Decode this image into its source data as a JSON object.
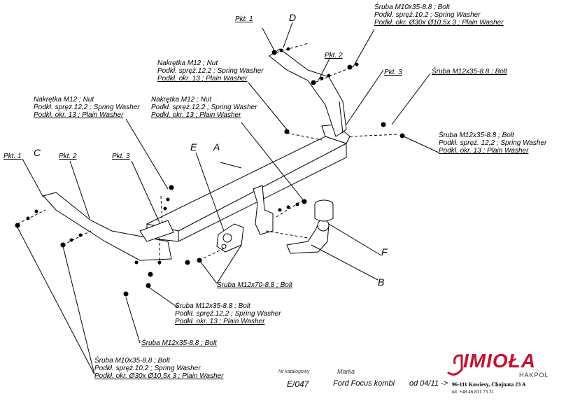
{
  "letters": {
    "D": "D",
    "E": "E",
    "A": "A",
    "C": "C",
    "F": "F",
    "B": "B"
  },
  "points": {
    "pkt1_top": "Pkt. 1",
    "pkt2_top": "Pkt. 2",
    "pkt3_top": "Pkt. 3",
    "pkt1_left": "Pkt. 1",
    "pkt2_left": "Pkt. 2",
    "pkt3_left": "Pkt. 3"
  },
  "callouts": {
    "top_right_bolt": [
      "Śruba M10x35-8.8 ; Bolt",
      "Podkł. spręż.10,2 ; Spring Washer",
      "Podkł. okr.  Ø30x Ø10,5x 3 ; Plain Washer"
    ],
    "right_bolt_single": [
      "Śruba M12x35-8.8 ; Bolt"
    ],
    "right_bolt_set": [
      "Śruba M12x35-8.8 ;  Bolt",
      "Podkł. spręż. 12,2 ; Spring Washer",
      "Podkł. okr. 13 ; Plain Washer"
    ],
    "nut_upper": [
      "Nakrętka  M12 ; Nut",
      "Podkł. spręż.12,2 ; Spring Washer",
      "Podkł. okr. 13 ; Plain Washer"
    ],
    "nut_middle": [
      "Nakrętka  M12 ; Nut",
      "Podkł. spręż.12,2 ; Spring Washer",
      "Podkł. okr. 13 ; Plain Washer"
    ],
    "nut_left": [
      "Nakrętka  M12 ; Nut",
      "Podkł. spręż.12,2 ; Spring Washer",
      "Podkł. okr. 13 ; Plain Washer"
    ],
    "bolt_m12x70": [
      "Śruba M12x70-8.8 ;  Bolt"
    ],
    "bolt_m12x35_set": [
      "Śruba M12x35-8.8 ;  Bolt",
      "Podkł. spręż.12,2 ; Spring Washer",
      "Podkł. okr. 13 ; Plain Washer"
    ],
    "bolt_m12x35_single": [
      "Śruba M12x35-8.8 ;  Bolt"
    ],
    "bottom_left_bolt": [
      "Śruba M10x35-8.8 ;  Bolt",
      "Podkł. spręż.10,2 ; Spring Washer",
      "Podkł. okr.  Ø30x Ø10,5x 3 ; Plain Washer"
    ]
  },
  "meta": {
    "catalog_header": "Nr katalogowy",
    "brand_header": "Marka",
    "catalog_no": "E/047",
    "model": "Ford Focus kombi",
    "date": "od 04/11 ->"
  },
  "company": {
    "name": "IMIOŁA",
    "sub": "HAKPOL",
    "address": "96-111 Kowiesy, Chojnata 23 A",
    "tel": "tel. +48  46 831  73 31"
  },
  "colors": {
    "ink": "#000000",
    "brand": "#c8102e"
  }
}
